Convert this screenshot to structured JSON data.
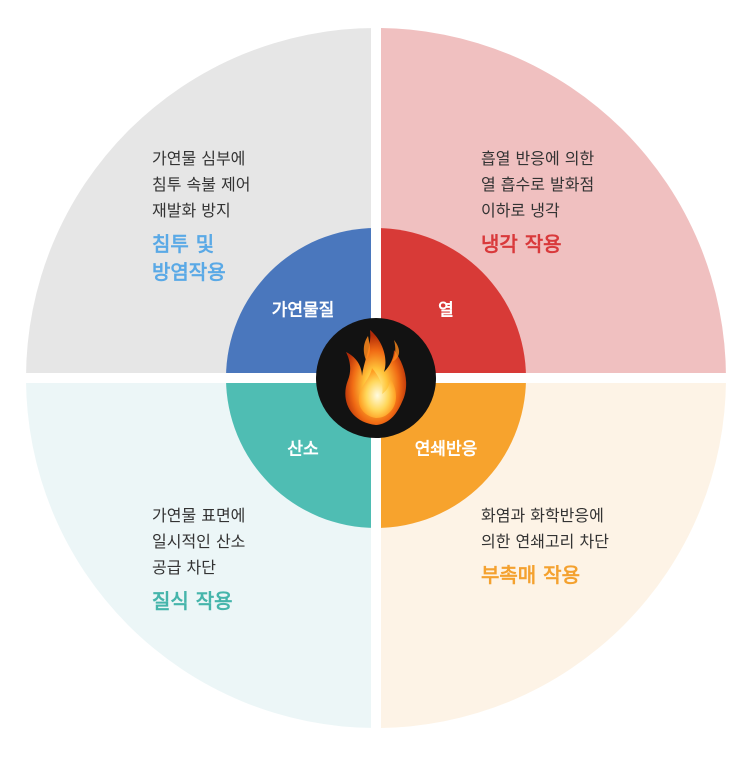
{
  "colors": {
    "outer_top_left": "#e6e6e6",
    "outer_top_right": "#f0c0c0",
    "outer_bottom_left": "#ecf6f7",
    "outer_bottom_right": "#fdf3e6",
    "inner_fuel": "#4a77bd",
    "inner_heat": "#d83a37",
    "inner_oxygen": "#4fbdb3",
    "inner_chain": "#f7a32d",
    "center_circle": "#121212",
    "divider": "#ffffff"
  },
  "center": {
    "icon": "fire-icon"
  },
  "inner": {
    "fuel": "가연물질",
    "heat": "열",
    "oxygen": "산소",
    "chain": "연쇄반응"
  },
  "quadrants": {
    "top_left": {
      "lines": [
        "가연물 심부에",
        "침투 속불 제어",
        "재발화 방지"
      ],
      "title_lines": [
        "침투 및",
        "방염작용"
      ],
      "title_color": "#5aa9e6"
    },
    "top_right": {
      "lines": [
        "흡열 반응에 의한",
        "열 흡수로 발화점",
        "이하로 냉각"
      ],
      "title_lines": [
        "냉각 작용"
      ],
      "title_color": "#d9393b"
    },
    "bottom_left": {
      "lines": [
        "가연물 표면에",
        "일시적인 산소",
        "공급 차단"
      ],
      "title_lines": [
        "질식 작용"
      ],
      "title_color": "#45b5ab"
    },
    "bottom_right": {
      "lines": [
        "화염과 화학반응에",
        "의한 연쇄고리 차단"
      ],
      "title_lines": [
        "부촉매 작용"
      ],
      "title_color": "#f4a12f"
    }
  }
}
